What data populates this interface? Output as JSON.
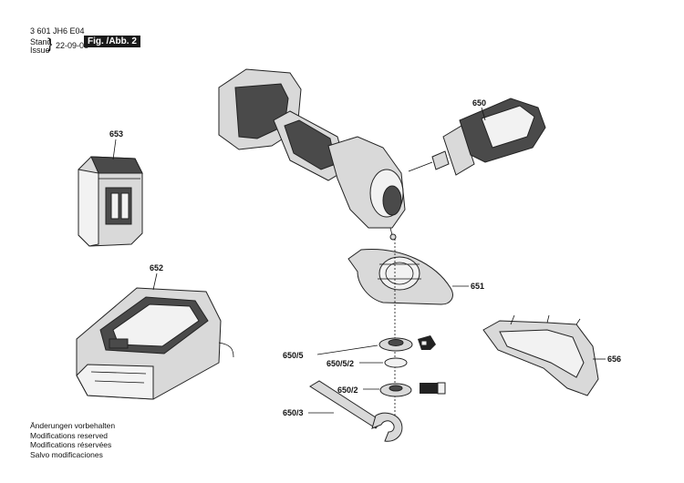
{
  "header": {
    "doc_number": "3 601 JH6 E04",
    "stand_label": "Stand",
    "issue_label": "Issue",
    "date": "22-09-06",
    "figure": "Fig. /Abb. 2"
  },
  "parts": {
    "p653": "653",
    "p652": "652",
    "p650": "650",
    "p651": "651",
    "p656": "656",
    "p650_5": "650/5",
    "p650_5_2": "650/5/2",
    "p650_2": "650/2",
    "p650_3": "650/3"
  },
  "notes": [
    "Änderungen vorbehalten",
    "Modifications reserved",
    "Modifications réservées",
    "Salvo modificaciones"
  ]
}
